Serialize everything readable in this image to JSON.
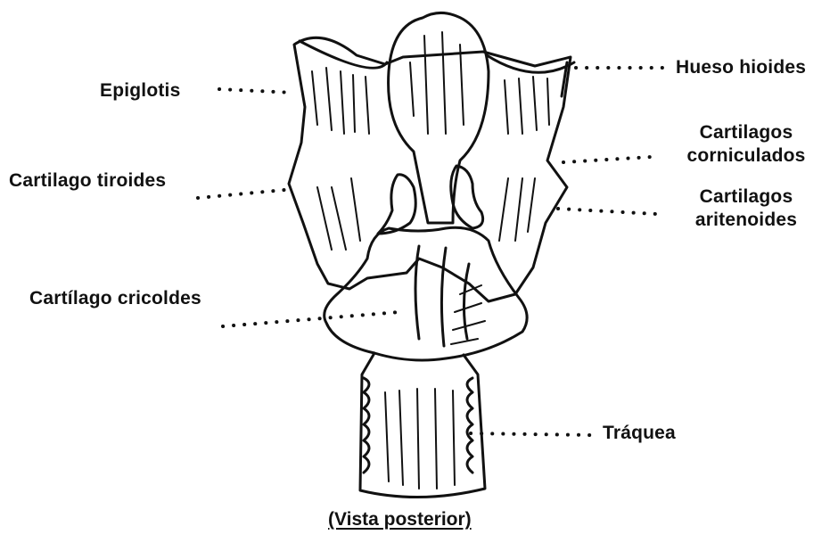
{
  "labels": {
    "epiglotis": "Epiglotis",
    "hueso_hioides": "Hueso hioides",
    "cartilagos_corniculados_1": "Cartilagos",
    "cartilagos_corniculados_2": "corniculados",
    "cartilago_tiroides": "Cartilago tiroides",
    "cartilagos_aritenoides_1": "Cartilagos",
    "cartilagos_aritenoides_2": "aritenoides",
    "cartilago_cricoides": "Cartílago cricoldes",
    "traquea": "Tráquea"
  },
  "caption": "(Vista posterior)"
}
